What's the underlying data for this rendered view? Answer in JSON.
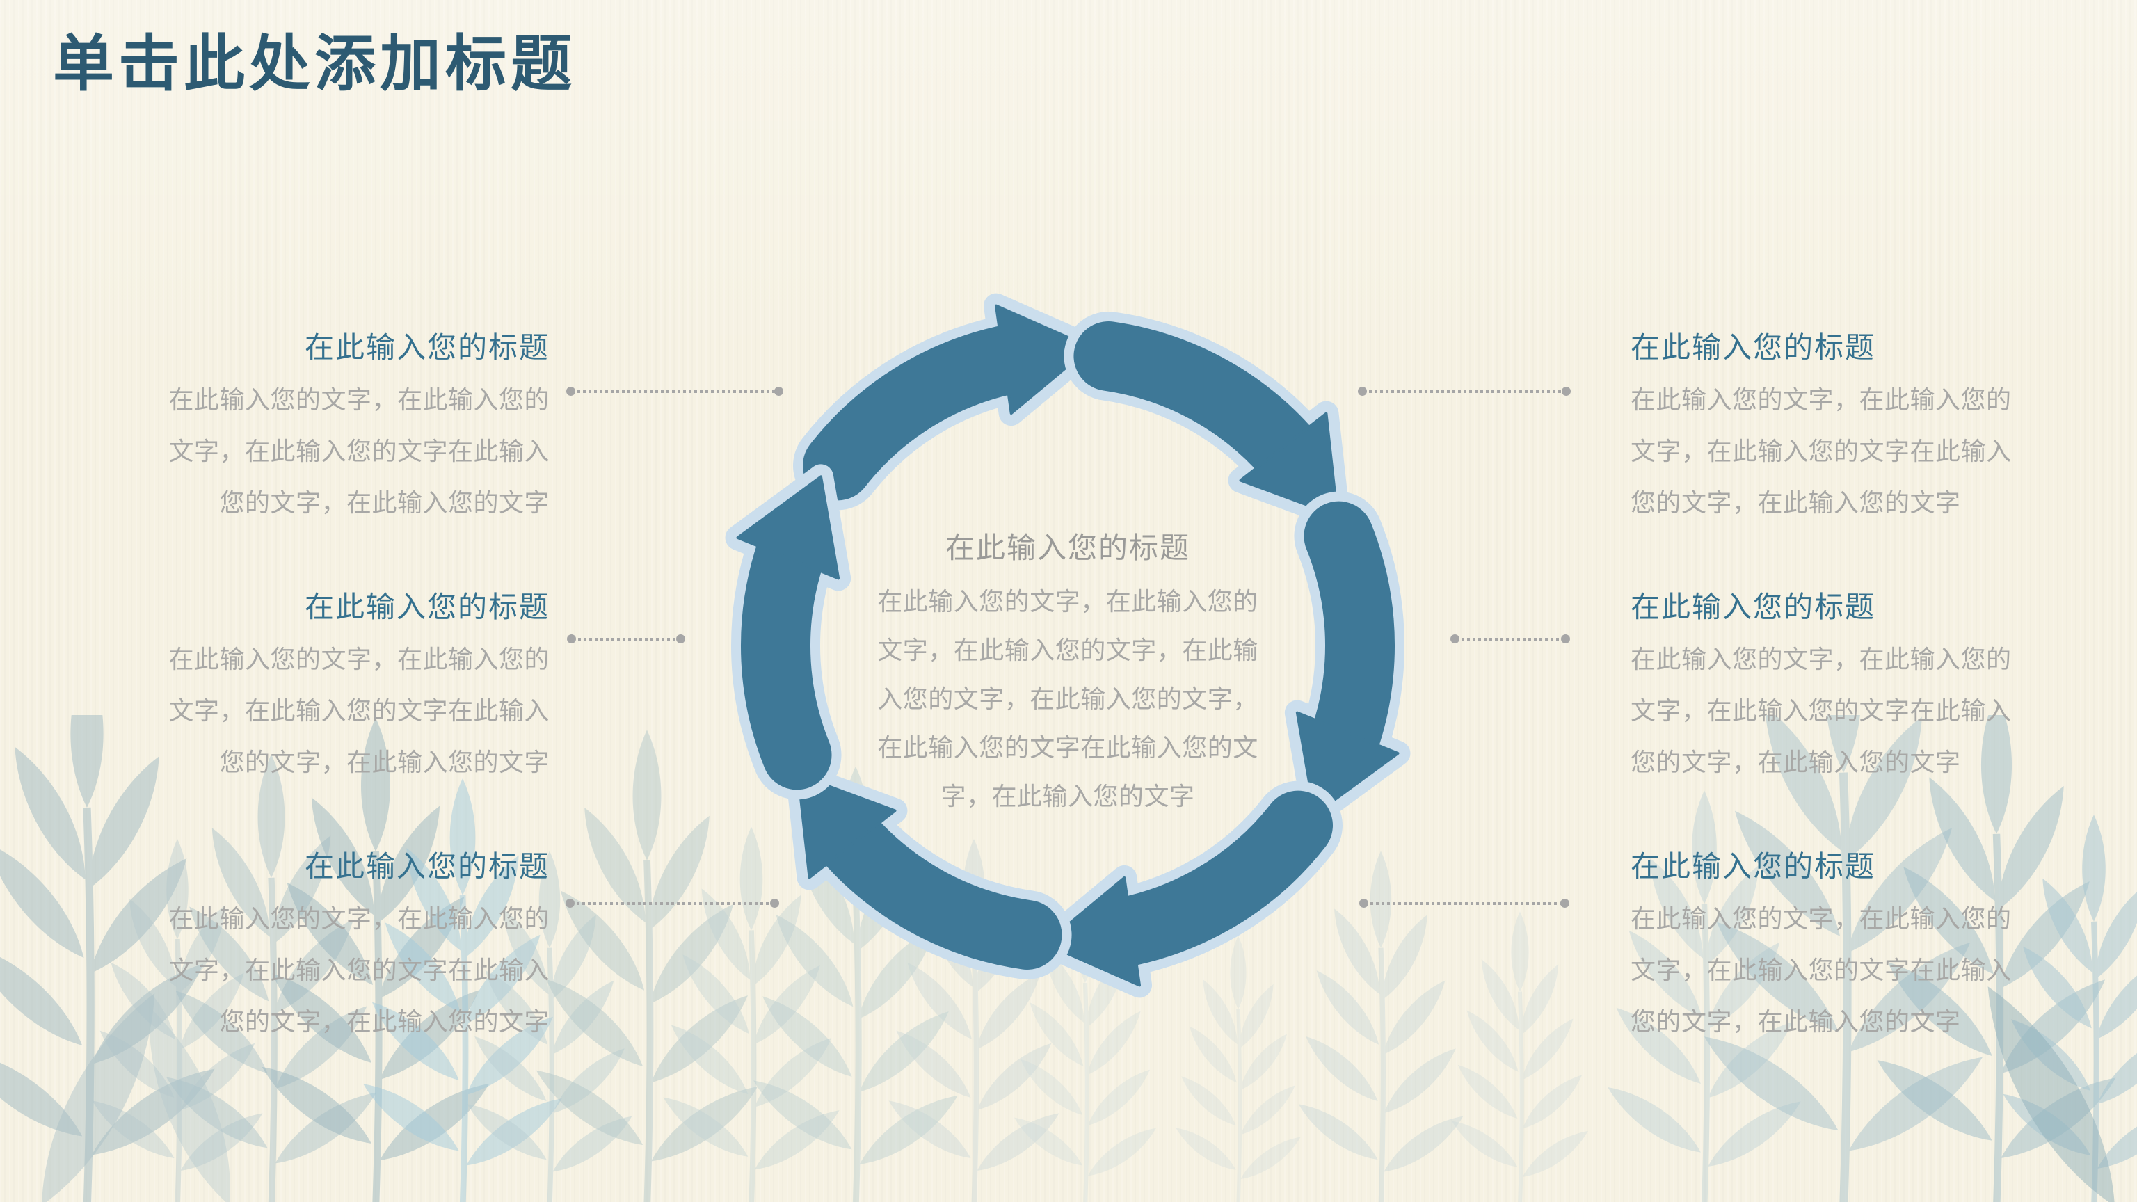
{
  "slide": {
    "page_title": "单击此处添加标题",
    "diagram": {
      "type": "cycle",
      "arrow_count": 6,
      "direction": "clockwise"
    },
    "center_block": {
      "title": "在此输入您的标题",
      "body": "在此输入您的文字，在此输入您的\n文字，在此输入您的文字，在此输\n入您的文字，在此输入您的文字，\n在此输入您的文字在此输入您的文\n字，在此输入您的文字"
    },
    "left_blocks": [
      {
        "title": "在此输入您的标题",
        "body": "在此输入您的文字，在此输入您的\n文字，在此输入您的文字在此输入\n您的文字，在此输入您的文字"
      },
      {
        "title": "在此输入您的标题",
        "body": "在此输入您的文字，在此输入您的\n文字，在此输入您的文字在此输入\n您的文字，在此输入您的文字"
      },
      {
        "title": "在此输入您的标题",
        "body": "在此输入您的文字，在此输入您的\n文字，在此输入您的文字在此输入\n您的文字，在此输入您的文字"
      }
    ],
    "right_blocks": [
      {
        "title": "在此输入您的标题",
        "body": "在此输入您的文字，在此输入您的\n文字，在此输入您的文字在此输入\n您的文字，在此输入您的文字"
      },
      {
        "title": "在此输入您的标题",
        "body": "在此输入您的文字，在此输入您的\n文字，在此输入您的文字在此输入\n您的文字，在此输入您的文字"
      },
      {
        "title": "在此输入您的标题",
        "body": "在此输入您的文字，在此输入您的\n文字，在此输入您的文字在此输入\n您的文字，在此输入您的文字"
      }
    ],
    "colors": {
      "background": "#f6f2e3",
      "heading": "#2d5a72",
      "block_title": "#35718f",
      "body_text": "#a8a8a6",
      "center_title": "#9a9a98",
      "arrow_fill": "#3e7897",
      "arrow_outline": "#cbdeed",
      "leader_line": "#a6a6a6"
    }
  }
}
